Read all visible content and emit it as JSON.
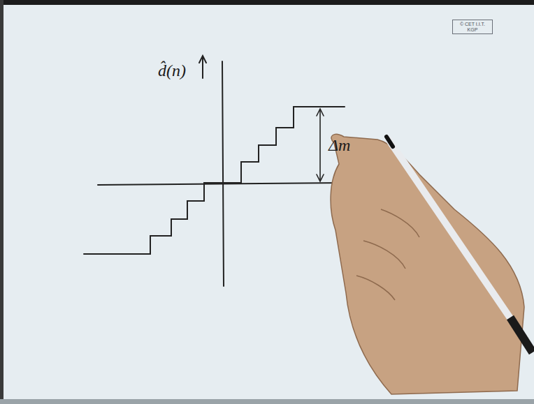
{
  "diagram": {
    "nodes": [
      {
        "text": [
          "© CET I.I.T. KGP"
        ]
      }
    ],
    "edges": [],
    "labels": [
      "d̂(n)",
      "Δm"
    ]
  }
}
